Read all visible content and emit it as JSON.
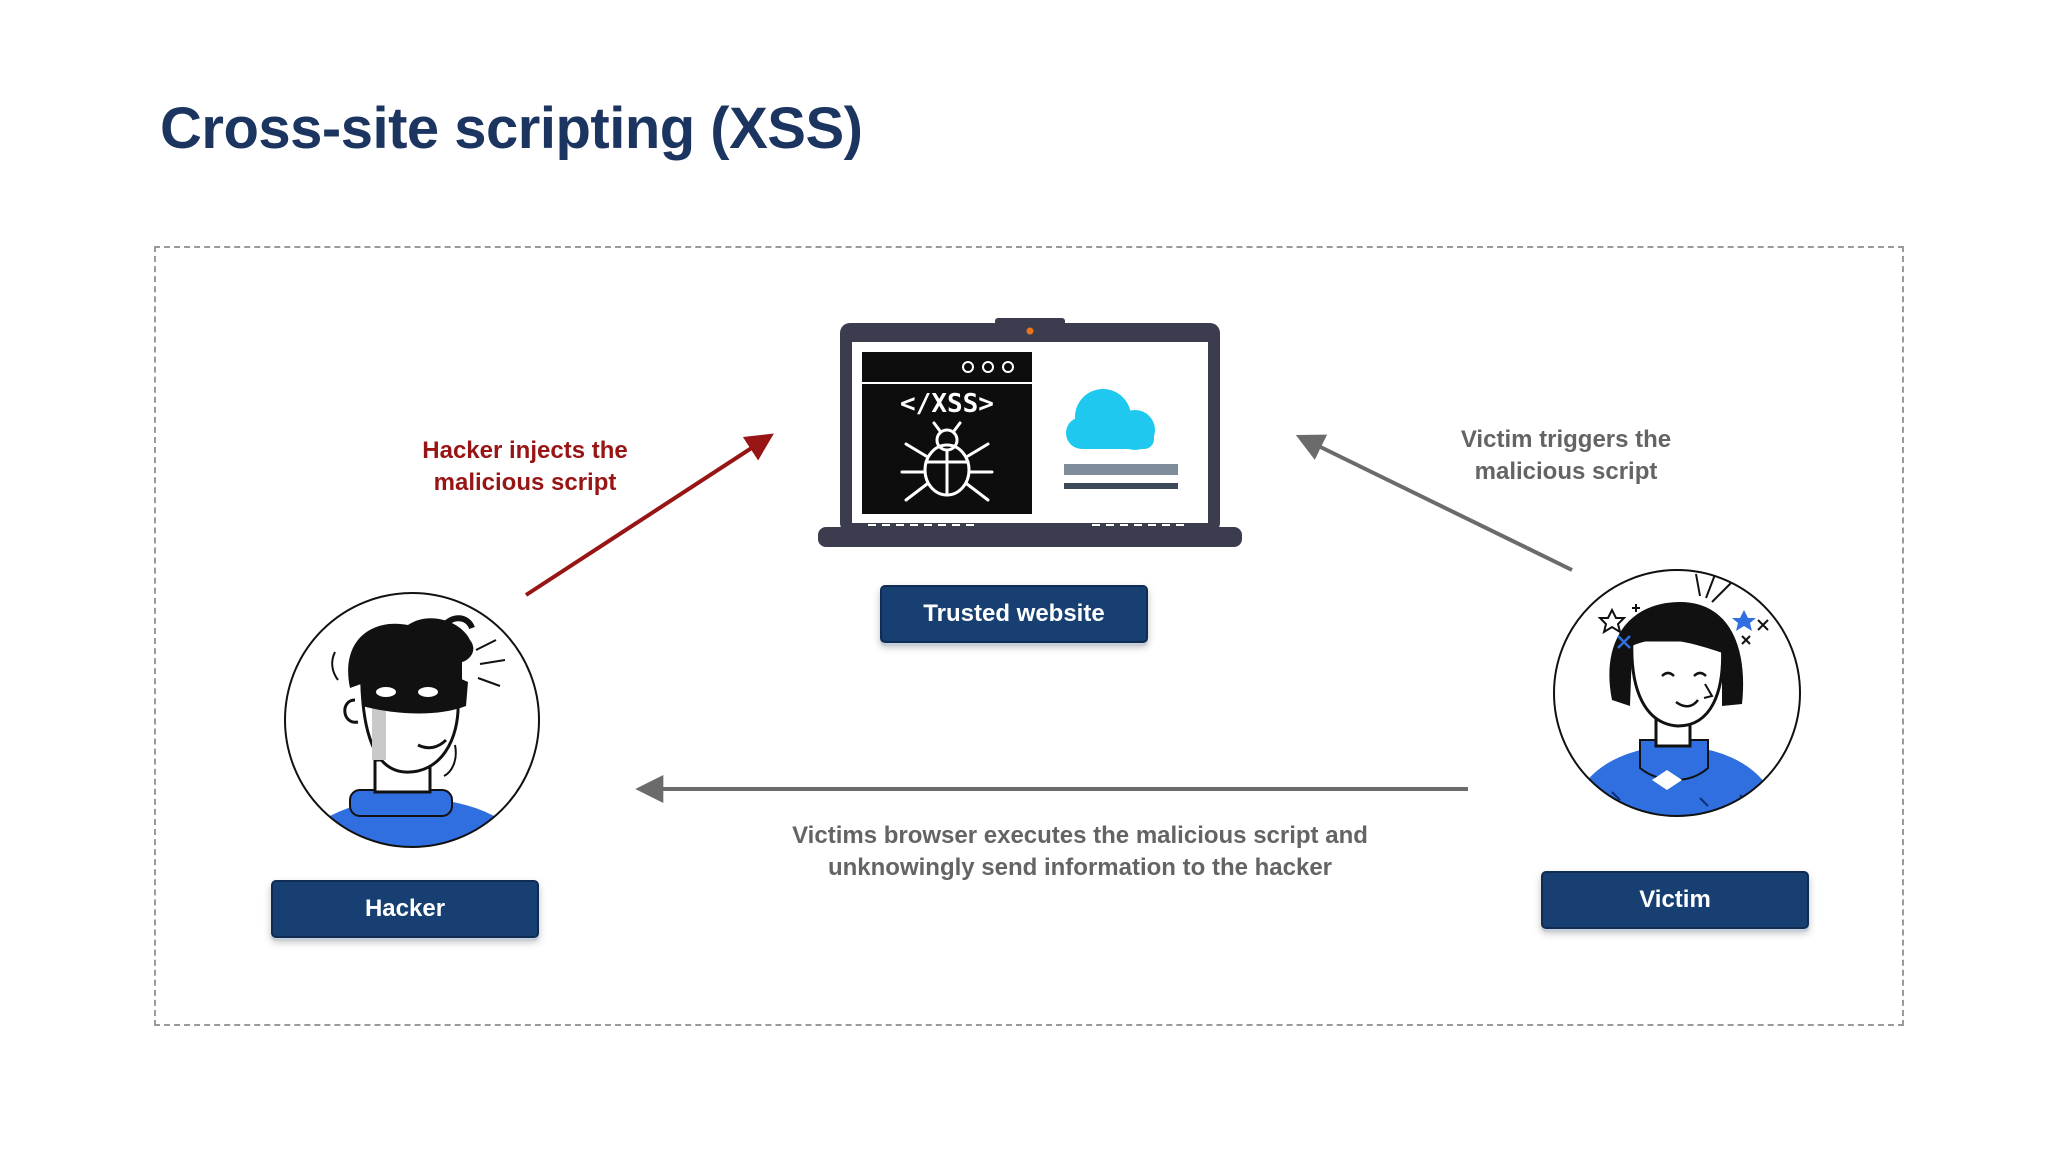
{
  "slide": {
    "title": "Cross-site scripting (XSS)"
  },
  "nodes": {
    "trusted_website": "Trusted website",
    "hacker": "Hacker",
    "victim": "Victim"
  },
  "laptop_screen": {
    "code_tag": "</XSS>"
  },
  "flows": {
    "inject": [
      "Hacker injects the",
      "malicious script"
    ],
    "trigger": [
      "Victim triggers the",
      "malicious script"
    ],
    "exfiltrate": [
      "Victims browser executes the malicious script and",
      "unknowingly send information to the hacker"
    ]
  },
  "colors": {
    "title": "#1c3560",
    "button": "#173f72",
    "inject_arrow": "#981515",
    "grey_arrow": "#6b6b6b",
    "clothing_blue": "#2f6fe0",
    "cloud": "#1ec8ef"
  }
}
